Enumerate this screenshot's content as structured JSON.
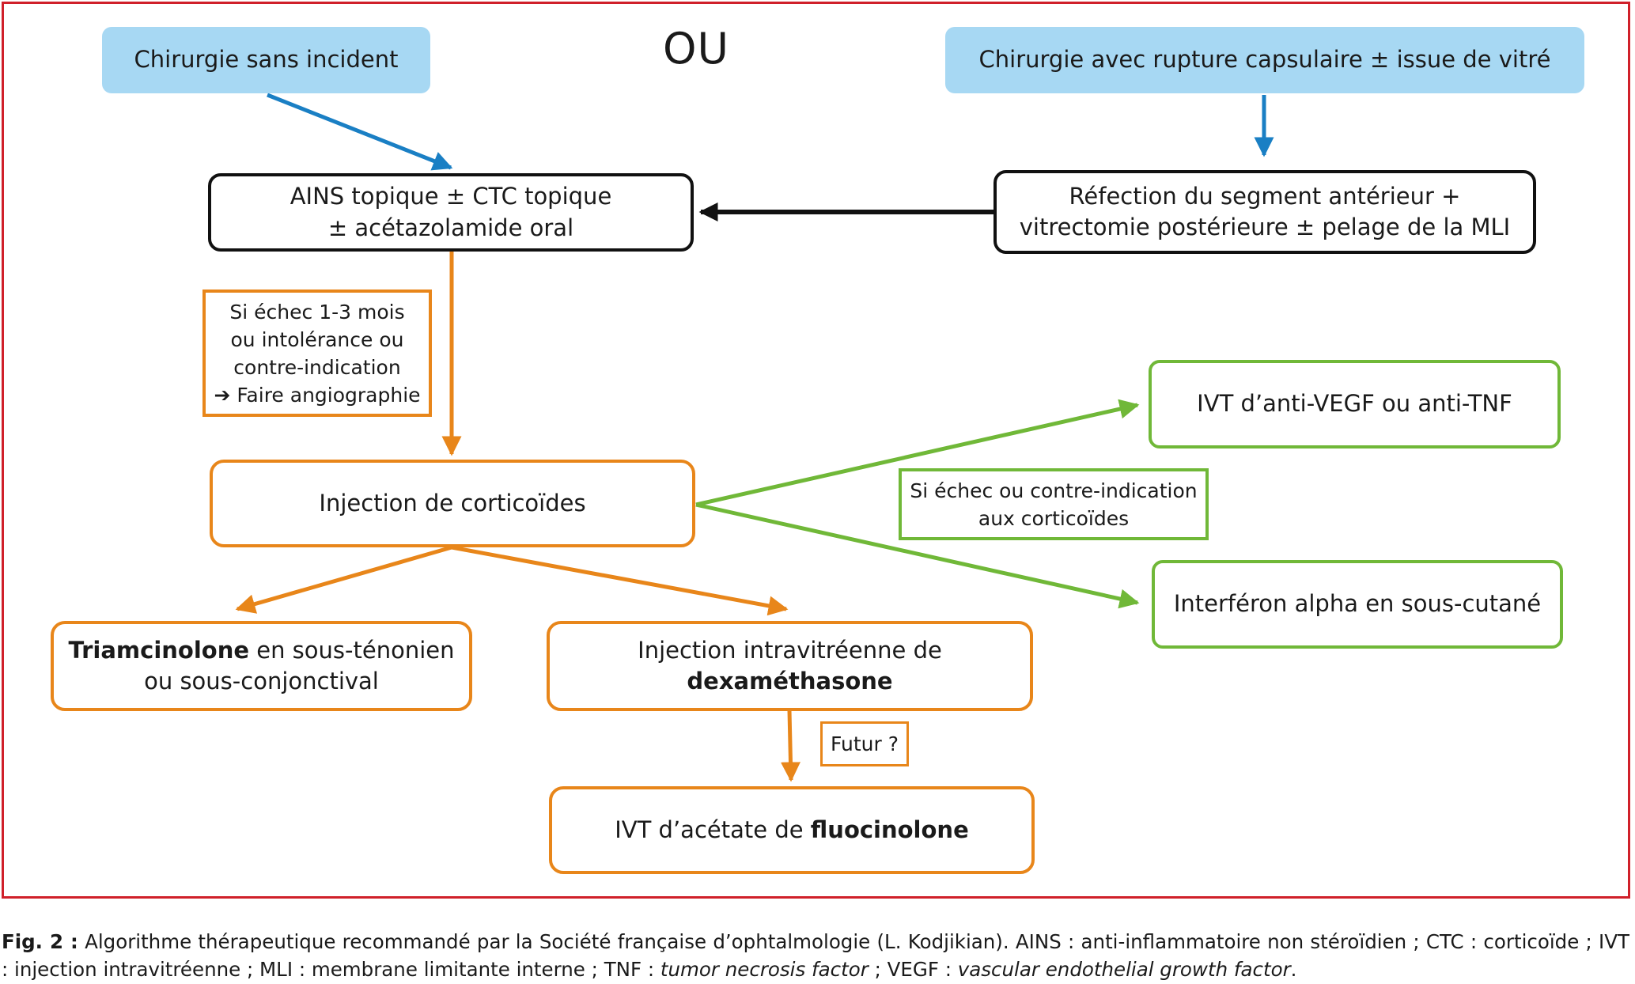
{
  "diagram": {
    "ou": "OU",
    "surgery_ok": "Chirurgie sans incident",
    "surgery_complication": "Chirurgie avec rupture capsulaire ± issue de vitré",
    "topical": {
      "line1": "AINS topique ± CTC topique",
      "line2": "± acétazolamide oral"
    },
    "repair": {
      "line1": "Réfection du segment antérieur +",
      "line2": "vitrectomie postérieure ± pelage de la MLI"
    },
    "failure_note": {
      "line1": "Si échec 1-3 mois",
      "line2": "ou intolérance ou",
      "line3": "contre-indication",
      "line4": "Faire angiographie"
    },
    "corticoid_injection": "Injection de corticoïdes",
    "triamcinolone": {
      "bold": "Triamcinolone",
      "rest": " en sous-ténonien",
      "line2": "ou sous-conjonctival"
    },
    "dexamethasone": {
      "line1": "Injection intravitréenne de",
      "bold": "dexaméthasone"
    },
    "future": "Futur ?",
    "fluocinolone": {
      "prefix": "IVT d’acétate de ",
      "bold": "fluocinolone"
    },
    "anti_vegf": "IVT d’anti-VEGF ou anti-TNF",
    "green_note": {
      "line1": "Si échec ou contre-indication",
      "line2": "aux corticoïdes"
    },
    "interferon": "Interféron alpha en sous-cutané"
  },
  "caption": {
    "label": "Fig. 2 :",
    "text1": " Algorithme thérapeutique recommandé par la Société française d’ophtalmologie (L. Kodjikian). AINS : anti-inflammatoire non stéroïdien ; CTC : corticoïde ; IVT : injection intravitréenne ; MLI : membrane limitante interne ; TNF : ",
    "tnf": "tumor necrosis factor",
    "text2": " ; VEGF : ",
    "vegf": "vascular endothelial growth factor",
    "end": "."
  },
  "colors": {
    "frame": "#d0202a",
    "blue_box": "#a7d8f3",
    "blue_arrow": "#1a7fc4",
    "orange": "#e8861a",
    "green": "#70b838",
    "black": "#111111"
  },
  "icons": {
    "arrow_glyph": "arrow-right-icon"
  }
}
